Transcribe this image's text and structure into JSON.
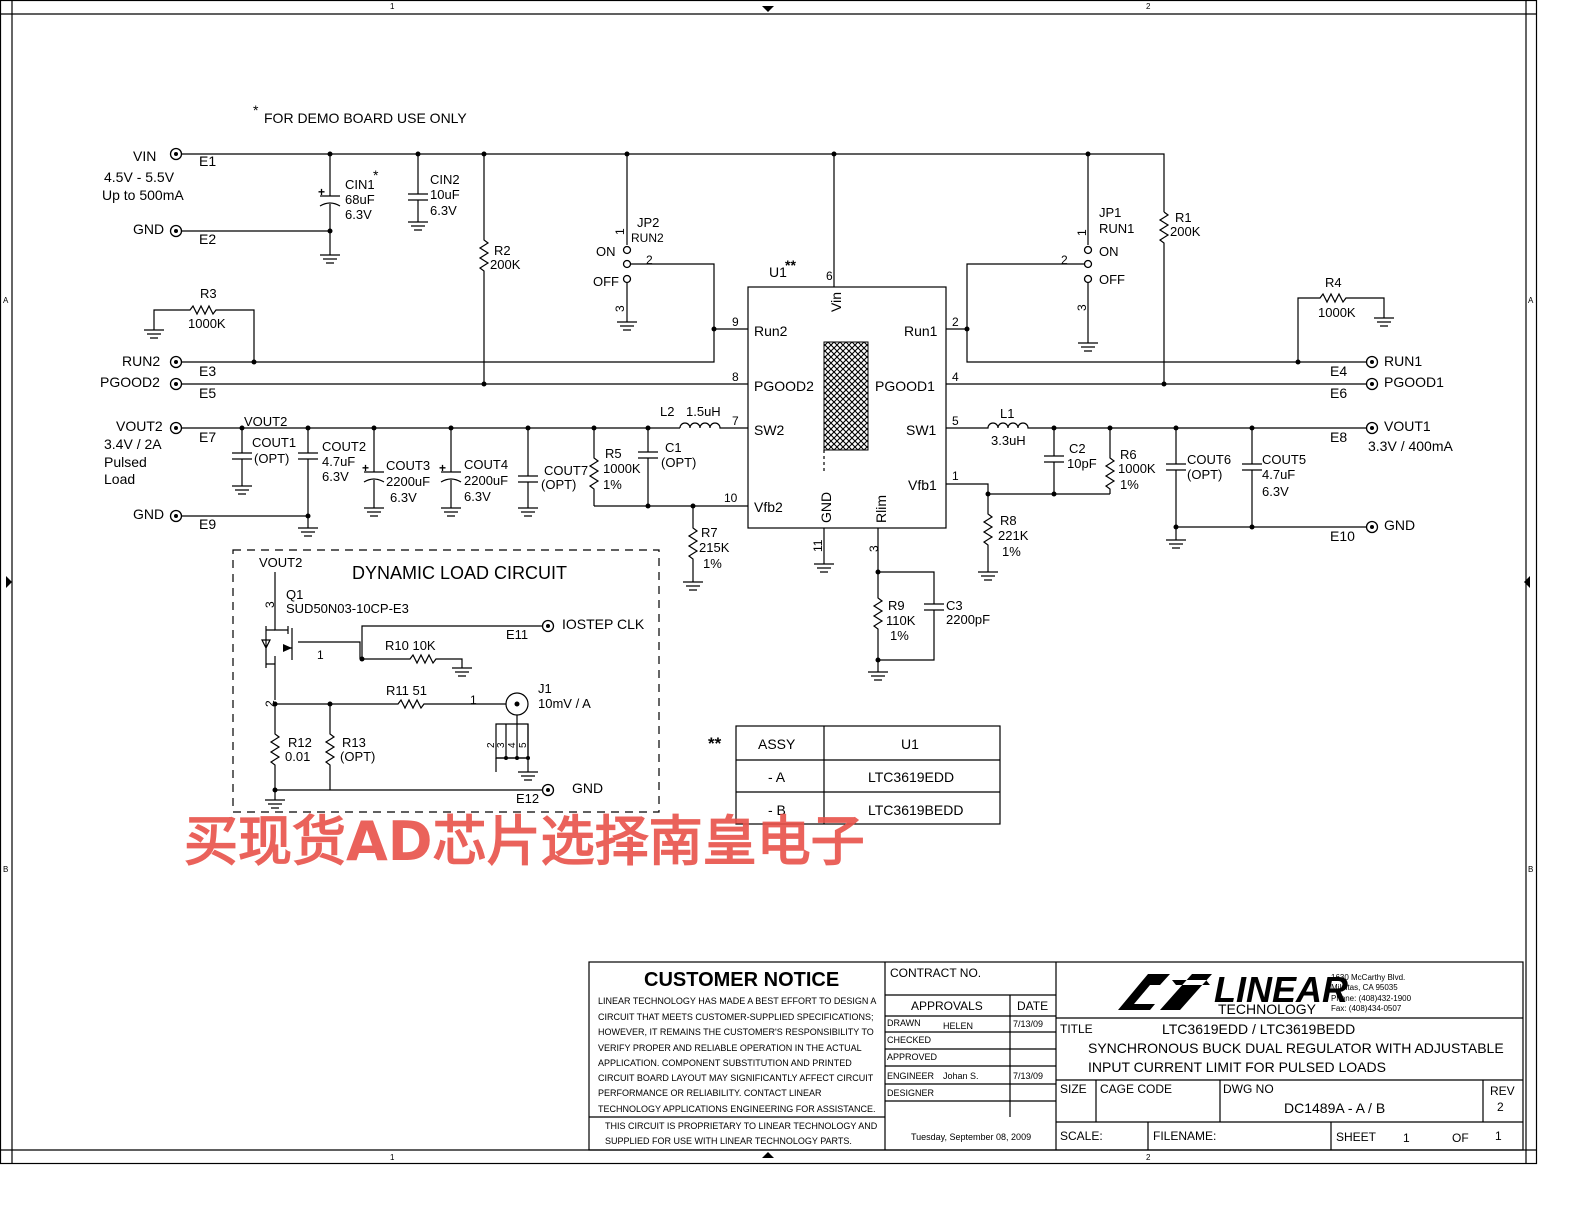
{
  "frame": {
    "zone_1": "1",
    "zone_2": "2",
    "zone_a": "A",
    "zone_b": "B"
  },
  "note": {
    "star": "*",
    "text": "FOR DEMO BOARD USE ONLY"
  },
  "input": {
    "vin": "VIN",
    "range": "4.5V - 5.5V",
    "current": "Up to 500mA",
    "gnd": "GND",
    "e1": "E1",
    "e2": "E2"
  },
  "caps_in": {
    "cin1": [
      "CIN1",
      "68uF",
      "6.3V"
    ],
    "cin1_star": "*",
    "cin2": [
      "CIN2",
      "10uF",
      "6.3V"
    ]
  },
  "r2": [
    "R2",
    "200K"
  ],
  "r1": [
    "R1",
    "200K"
  ],
  "r3": [
    "R3",
    "1000K"
  ],
  "r4": [
    "R4",
    "1000K"
  ],
  "jp2": {
    "name": "JP2",
    "net": "RUN2",
    "on": "ON",
    "off": "OFF",
    "p1": "1",
    "p2": "2",
    "p3": "3"
  },
  "jp1": {
    "name": "JP1",
    "net": "RUN1",
    "on": "ON",
    "off": "OFF",
    "p1": "1",
    "p2": "2",
    "p3": "3"
  },
  "left_terms": {
    "run2": "RUN2",
    "e3": "E3",
    "pgood2": "PGOOD2",
    "e5": "E5"
  },
  "right_terms": {
    "run1": "RUN1",
    "e4": "E4",
    "pgood1": "PGOOD1",
    "e6": "E6"
  },
  "u1": {
    "ref": "U1",
    "stars": "**",
    "pins": {
      "vin": "Vin",
      "run2": "Run2",
      "run1": "Run1",
      "pgood2": "PGOOD2",
      "pgood1": "PGOOD1",
      "sw2": "SW2",
      "sw1": "SW1",
      "vfb2": "Vfb2",
      "vfb1": "Vfb1",
      "gnd": "GND",
      "rlim": "Rlim"
    },
    "nums": {
      "vin": "6",
      "run2": "9",
      "run1": "2",
      "pgood2": "8",
      "pgood1": "4",
      "sw2": "7",
      "sw1": "5",
      "vfb2": "10",
      "vfb1": "1",
      "gnd": "11",
      "rlim": "3"
    }
  },
  "vout2": {
    "net": "VOUT2",
    "label": "VOUT2",
    "spec1": "3.4V / 2A",
    "spec2": "Pulsed",
    "spec3": "Load",
    "e7": "E7",
    "gnd": "GND",
    "e9": "E9"
  },
  "cout1": [
    "COUT1",
    "(OPT)"
  ],
  "cout2": [
    "COUT2",
    "4.7uF",
    "6.3V"
  ],
  "cout3": [
    "COUT3",
    "2200uF",
    "6.3V"
  ],
  "cout4": [
    "COUT4",
    "2200uF",
    "6.3V"
  ],
  "cout7": [
    "COUT7",
    "(OPT)"
  ],
  "r5": [
    "R5",
    "1000K",
    "1%"
  ],
  "c1": [
    "C1",
    "(OPT)"
  ],
  "l2": [
    "L2",
    "1.5uH"
  ],
  "r7": [
    "R7",
    "215K",
    "1%"
  ],
  "l1": [
    "L1",
    "3.3uH"
  ],
  "c2": [
    "C2",
    "10pF"
  ],
  "r6": [
    "R6",
    "1000K",
    "1%"
  ],
  "cout6": [
    "COUT6",
    "(OPT)"
  ],
  "cout5": [
    "COUT5",
    "4.7uF",
    "6.3V"
  ],
  "vout1": {
    "label": "VOUT1",
    "spec": "3.3V / 400mA",
    "e8": "E8",
    "gnd": "GND",
    "e10": "E10"
  },
  "r8": [
    "R8",
    "221K",
    "1%"
  ],
  "r9": [
    "R9",
    "110K",
    "1%"
  ],
  "c3": [
    "C3",
    "2200pF"
  ],
  "dynamic": {
    "title": "DYNAMIC LOAD CIRCUIT",
    "vout2": "VOUT2",
    "q1": "Q1",
    "q1_part": "SUD50N03-10CP-E3",
    "iostep": "IOSTEP CLK",
    "e11": "E11",
    "r10": "R10  10K",
    "r11": "R11  51",
    "j1": "J1",
    "j1_val": "10mV / A",
    "r12": [
      "R12",
      "0.01"
    ],
    "r13": [
      "R13",
      "(OPT)"
    ],
    "gnd": "GND",
    "e12": "E12",
    "pin1": "1",
    "pin2": "2",
    "pin3": "3",
    "pin1b": "1",
    "j1pins": [
      "2",
      "3",
      "4",
      "5"
    ]
  },
  "assy": {
    "stars": "**",
    "headers": [
      "ASSY",
      "U1"
    ],
    "rows": [
      [
        "- A",
        "LTC3619EDD"
      ],
      [
        "- B",
        "LTC3619BEDD"
      ]
    ]
  },
  "watermark": "买现货AD芯片选择南皇电子",
  "title_block": {
    "notice_title": "CUSTOMER NOTICE",
    "notice_lines": [
      "LINEAR TECHNOLOGY HAS MADE A BEST EFFORT TO DESIGN A",
      "CIRCUIT THAT MEETS CUSTOMER-SUPPLIED SPECIFICATIONS;",
      "HOWEVER, IT REMAINS THE CUSTOMER'S RESPONSIBILITY TO",
      "VERIFY PROPER AND RELIABLE OPERATION IN THE ACTUAL",
      "APPLICATION.  COMPONENT SUBSTITUTION AND PRINTED",
      "CIRCUIT BOARD LAYOUT MAY SIGNIFICANTLY AFFECT CIRCUIT",
      "PERFORMANCE OR RELIABILITY.  CONTACT LINEAR",
      "TECHNOLOGY APPLICATIONS ENGINEERING FOR ASSISTANCE."
    ],
    "proprietary": [
      "THIS CIRCUIT IS PROPRIETARY TO LINEAR TECHNOLOGY AND",
      "SUPPLIED FOR USE WITH LINEAR TECHNOLOGY PARTS."
    ],
    "contract": "CONTRACT NO.",
    "approvals": "APPROVALS",
    "date_hdr": "DATE",
    "drawn": "DRAWN",
    "drawn_by": "HELEN",
    "drawn_date": "7/13/09",
    "checked": "CHECKED",
    "approved": "APPROVED",
    "engineer": "ENGINEER",
    "engineer_name": "Johan S.",
    "engineer_date": "7/13/09",
    "designer": "DESIGNER",
    "print_date": "Tuesday, September 08, 2009",
    "logo_main": "LINEAR",
    "logo_sub": "TECHNOLOGY",
    "address": [
      "1630 McCarthy Blvd.",
      "Milpitas, CA 95035",
      "Phone: (408)432-1900",
      "Fax: (408)434-0507"
    ],
    "title_label": "TITLE",
    "title_lines": [
      "LTC3619EDD / LTC3619BEDD",
      "SYNCHRONOUS BUCK DUAL REGULATOR WITH ADJUSTABLE",
      "INPUT CURRENT LIMIT FOR PULSED LOADS"
    ],
    "size": "SIZE",
    "cage": "CAGE CODE",
    "dwg": "DWG NO",
    "rev": "REV",
    "dwg_no": "DC1489A - A / B",
    "rev_val": "2",
    "scale": "SCALE:",
    "filename": "FILENAME:",
    "sheet": "SHEET",
    "sheet_no": "1",
    "of": "OF",
    "of_no": "1"
  }
}
